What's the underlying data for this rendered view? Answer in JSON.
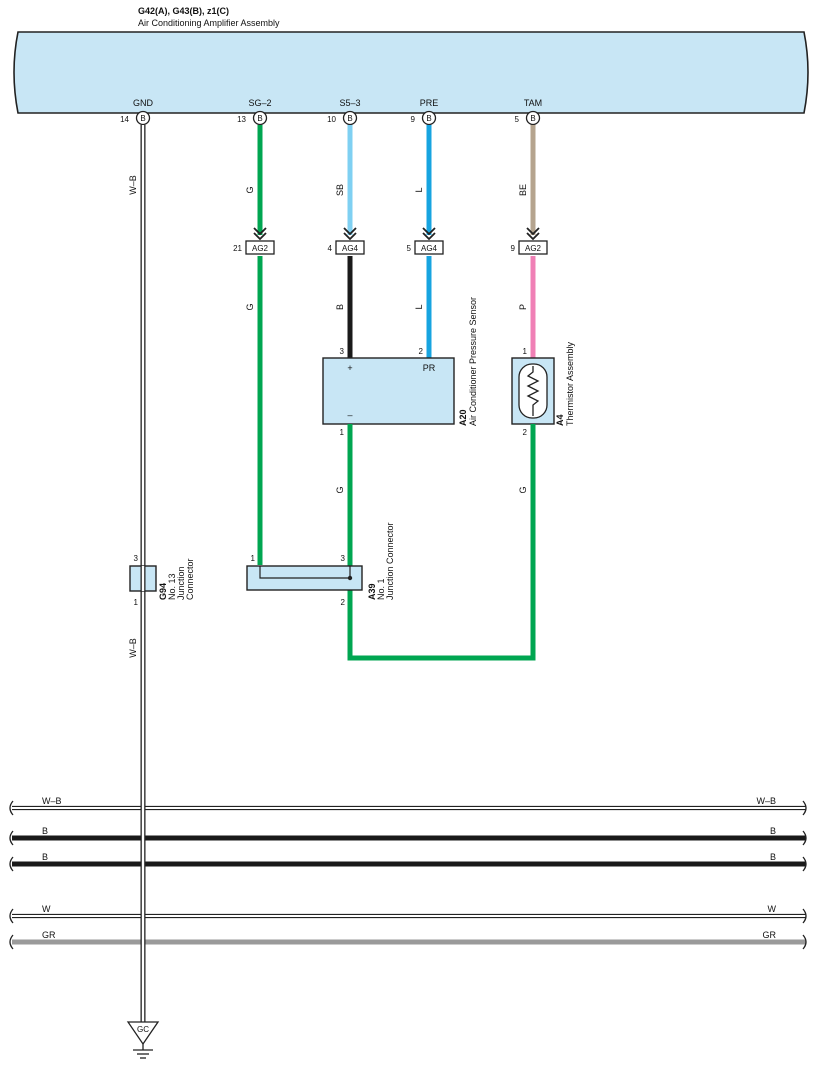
{
  "colors": {
    "ecu_fill": "#c8e6f5",
    "outline": "#222222",
    "wire_G": "#00a651",
    "wire_SB": "#7fd0f2",
    "wire_L": "#17a4e0",
    "wire_BE": "#b5a48e",
    "wire_B": "#1a1a1a",
    "wire_P": "#f080b6",
    "wire_GR": "#9a9a9a",
    "wire_W": "#ffffff"
  },
  "header": {
    "codes": "G42(A), G43(B), z1(C)",
    "name": "Air Conditioning Amplifier Assembly"
  },
  "ecu_terminals": [
    {
      "name": "GND",
      "pin": "14",
      "side": "B"
    },
    {
      "name": "SG–2",
      "pin": "13",
      "side": "B"
    },
    {
      "name": "S5–3",
      "pin": "10",
      "side": "B"
    },
    {
      "name": "PRE",
      "pin": "9",
      "side": "B"
    },
    {
      "name": "TAM",
      "pin": "5",
      "side": "B"
    }
  ],
  "wire_labels": {
    "gnd_upper": "W–B",
    "gnd_lower": "W–B",
    "sg2_upper": "G",
    "sg2_lower": "G",
    "s53_upper": "SB",
    "s53_lower": "B",
    "pre_upper": "L",
    "pre_lower": "L",
    "tam_upper": "BE",
    "tam_lower": "P",
    "a20_out": "G",
    "a4_out": "G"
  },
  "inline_connectors": [
    {
      "pin": "21",
      "code": "AG2"
    },
    {
      "pin": "4",
      "code": "AG4"
    },
    {
      "pin": "5",
      "code": "AG4"
    },
    {
      "pin": "9",
      "code": "AG2"
    }
  ],
  "pressure_sensor": {
    "code": "A20",
    "name": "Air Conditioner Pressure Sensor",
    "pin_plus": "3",
    "pin_pr": "2",
    "pin_minus": "1",
    "plus_label": "+",
    "pr_label": "PR",
    "minus_label": "–"
  },
  "thermistor": {
    "code": "A4",
    "name": "Thermistor Assembly",
    "pin_top": "1",
    "pin_bottom": "2"
  },
  "junction_g94": {
    "code": "G94",
    "line1": "No. 13",
    "line2": "Junction",
    "line3": "Connector",
    "pin_top": "3",
    "pin_bottom": "1"
  },
  "junction_a39": {
    "code": "A39",
    "line1": "No. 1",
    "line2": "Junction Connector",
    "pin_left": "1",
    "pin_right": "3",
    "pin_bottom": "2"
  },
  "bus_wires": [
    {
      "left": "W–B",
      "right": "W–B",
      "color": "W"
    },
    {
      "left": "B",
      "right": "B",
      "color": "B"
    },
    {
      "left": "B",
      "right": "B",
      "color": "B"
    },
    {
      "left": "W",
      "right": "W",
      "color": "W"
    },
    {
      "left": "GR",
      "right": "GR",
      "color": "GR"
    }
  ],
  "ground": {
    "code": "GC"
  }
}
